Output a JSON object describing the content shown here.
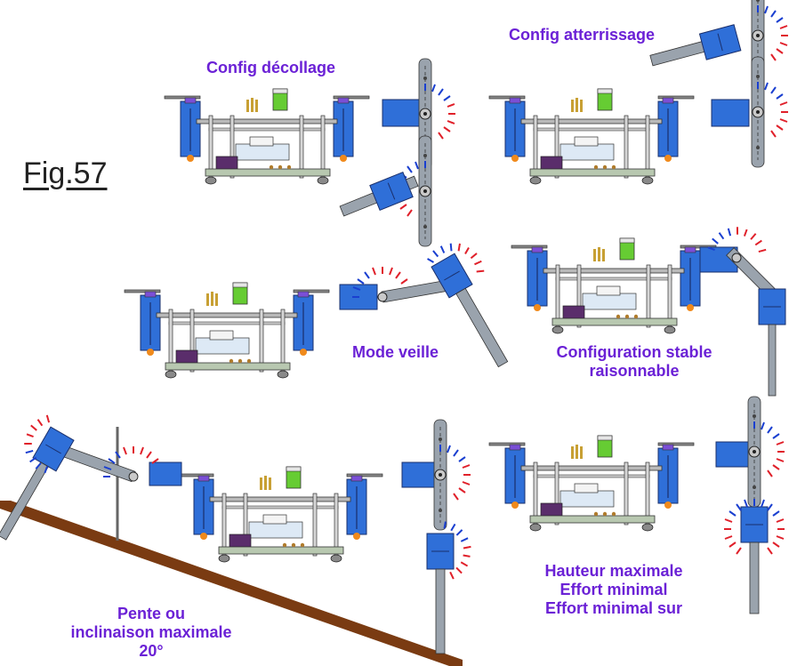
{
  "figure": {
    "label": "Fig.57"
  },
  "captions": {
    "takeoff": "Config décollage",
    "landing": "Config atterrissage",
    "standby": "Mode veille",
    "stable": [
      "Configuration stable",
      "raisonnable"
    ],
    "slope": [
      "Pente ou",
      "inclinaison maximale",
      "20°"
    ],
    "max_height": [
      "Hauteur maximale",
      "Effort minimal",
      "Effort minimal sur"
    ]
  },
  "colors": {
    "caption": "#6b21d6",
    "frame": "#555555",
    "servo_blue": "#2f6fd8",
    "battery_green": "#66cc33",
    "purple_block": "#5a2d6b",
    "orange_wheel": "#f08a1c",
    "slope_bar": "#7a3b12",
    "tick_red": "#e0202a",
    "tick_blue": "#1a3fd0"
  }
}
